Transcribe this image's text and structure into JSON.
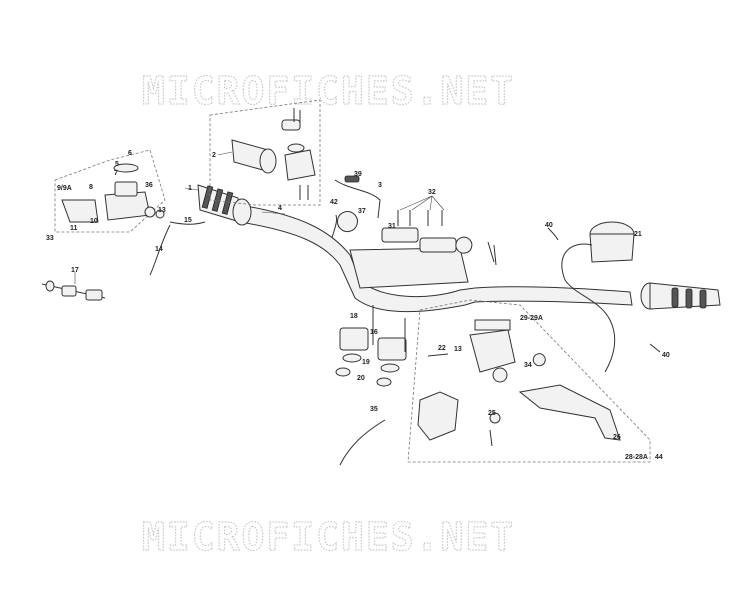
{
  "watermark": {
    "top": "MICROFICHES.NET",
    "bottom": "MICROFICHES.NET"
  },
  "callouts": {
    "c1": "1",
    "c2": "2",
    "c3": "3",
    "c4": "4",
    "c5": "5",
    "c6": "6",
    "c7": "7",
    "c8": "8",
    "c9": "9/9A",
    "c10": "10",
    "c11": "11",
    "c13a": "13",
    "c13b": "13",
    "c14": "14",
    "c15": "15",
    "c16": "16",
    "c17": "17",
    "c18": "18",
    "c19": "19",
    "c20": "20",
    "c21": "21",
    "c22": "22",
    "c25": "25",
    "c26": "26",
    "c28": "28-28A",
    "c29": "29-29A",
    "c31": "31",
    "c32": "32",
    "c33": "33",
    "c34": "34",
    "c35": "35",
    "c36": "36",
    "c37": "37",
    "c39": "39",
    "c40a": "40",
    "c40b": "40",
    "c42": "42",
    "c44": "44"
  }
}
